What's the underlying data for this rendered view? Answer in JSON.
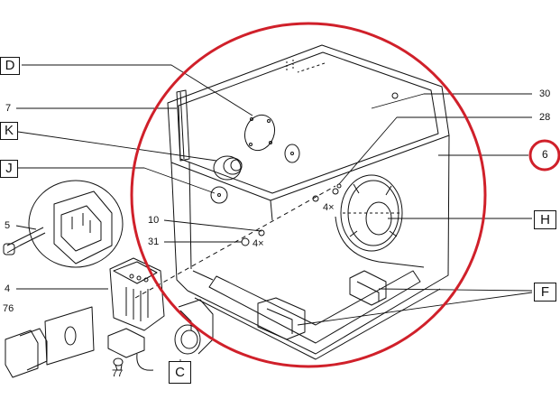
{
  "diagram": {
    "boxed_labels": {
      "D": "D",
      "K": "K",
      "J": "J",
      "H": "H",
      "F": "F",
      "C": "C"
    },
    "number_labels": {
      "n7": "7",
      "n5": "5",
      "n4": "4",
      "n76": "76",
      "n77": "77",
      "n10": "10",
      "n31": "31",
      "n30": "30",
      "n28": "28",
      "n6": "6"
    },
    "quantity_labels": {
      "q1": "4×",
      "q2": "4×"
    },
    "colors": {
      "line": "#111111",
      "highlight": "#d0202a",
      "background": "#ffffff"
    }
  }
}
